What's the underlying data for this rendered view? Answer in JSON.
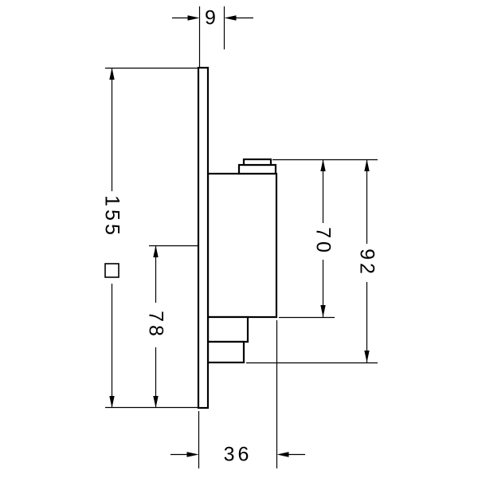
{
  "diagram": {
    "type": "technical-dimension-drawing",
    "background_color": "#ffffff",
    "line_color": "#000000",
    "dimensions": {
      "top_width": {
        "label": "9"
      },
      "left_height": {
        "label": "155",
        "prefix_symbol": "square-outline"
      },
      "left_inner_height": {
        "label": "78"
      },
      "right_inner_height": {
        "label": "70"
      },
      "right_outer_height": {
        "label": "92"
      },
      "bottom_depth": {
        "label": "36"
      }
    }
  }
}
